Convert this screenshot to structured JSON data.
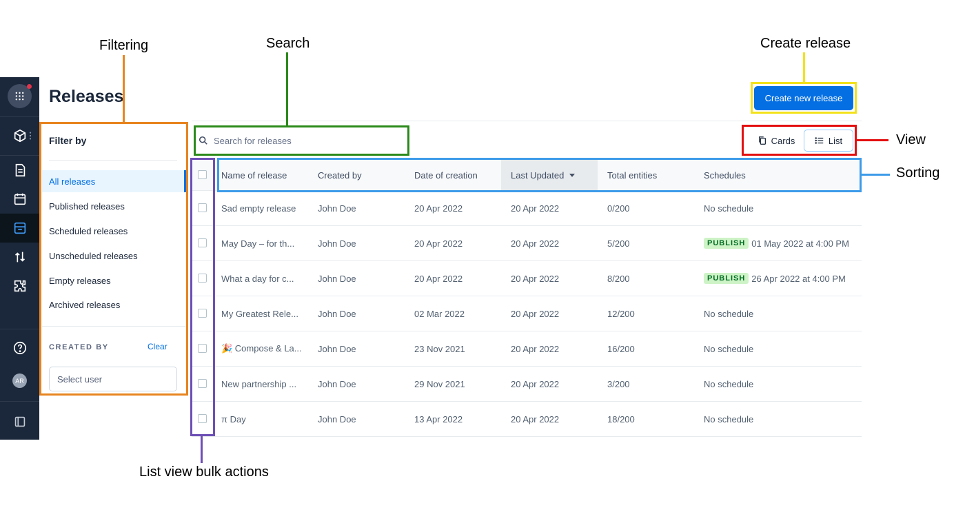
{
  "annotations": {
    "filtering": "Filtering",
    "search": "Search",
    "create_release": "Create release",
    "view": "View",
    "sorting": "Sorting",
    "bulk_actions": "List view bulk actions"
  },
  "annotation_colors": {
    "filtering": "#e8841f",
    "search": "#2b8a1a",
    "create_release": "#f3e21b",
    "view": "#e30f0f",
    "sorting": "#3d9be9",
    "bulk_actions": "#6d4fb5"
  },
  "nav_rail": {
    "icons": [
      "app-switcher-icon",
      "content-model-icon",
      "kebab-icon",
      "content-icon",
      "calendar-icon",
      "releases-icon",
      "launch-icon",
      "apps-icon",
      "help-icon",
      "sidebar-toggle-icon"
    ],
    "active": "releases-icon",
    "avatar_initials": "AR"
  },
  "page": {
    "title": "Releases"
  },
  "create_button": {
    "label": "Create new release"
  },
  "filter": {
    "title": "Filter by",
    "items": [
      {
        "label": "All releases",
        "active": true
      },
      {
        "label": "Published releases"
      },
      {
        "label": "Scheduled releases"
      },
      {
        "label": "Unscheduled releases"
      },
      {
        "label": "Empty releases"
      },
      {
        "label": "Archived releases"
      }
    ],
    "created_by_label": "CREATED BY",
    "clear_label": "Clear",
    "select_user_placeholder": "Select user"
  },
  "search": {
    "placeholder": "Search for releases",
    "value": ""
  },
  "view_toggle": {
    "cards_label": "Cards",
    "list_label": "List",
    "selected": "List"
  },
  "table": {
    "columns": [
      "Name of release",
      "Created by",
      "Date of creation",
      "Last Updated",
      "Total entities",
      "Schedules"
    ],
    "sorted_column": "Last Updated",
    "sort_direction": "desc",
    "rows": [
      {
        "name": "Sad empty release",
        "created_by": "John Doe",
        "created": "20 Apr 2022",
        "updated": "20 Apr 2022",
        "entities": "0/200",
        "badge": "",
        "schedule": "No schedule"
      },
      {
        "name": "May Day – for th...",
        "created_by": "John Doe",
        "created": "20 Apr 2022",
        "updated": "20 Apr 2022",
        "entities": "5/200",
        "badge": "PUBLISH",
        "schedule": "01 May 2022 at 4:00 PM"
      },
      {
        "name": "What a day for c...",
        "created_by": "John Doe",
        "created": "20 Apr 2022",
        "updated": "20 Apr 2022",
        "entities": "8/200",
        "badge": "PUBLISH",
        "schedule": "26 Apr 2022 at 4:00 PM"
      },
      {
        "name": "My Greatest Rele...",
        "created_by": "John Doe",
        "created": "02 Mar 2022",
        "updated": "20 Apr 2022",
        "entities": "12/200",
        "badge": "",
        "schedule": "No schedule"
      },
      {
        "name": "🎉 Compose & La...",
        "created_by": "John Doe",
        "created": "23 Nov 2021",
        "updated": "20 Apr 2022",
        "entities": "16/200",
        "badge": "",
        "schedule": "No schedule"
      },
      {
        "name": "New partnership ...",
        "created_by": "John Doe",
        "created": "29 Nov 2021",
        "updated": "20 Apr 2022",
        "entities": "3/200",
        "badge": "",
        "schedule": "No schedule"
      },
      {
        "name": "π Day",
        "created_by": "John Doe",
        "created": "13 Apr 2022",
        "updated": "20 Apr 2022",
        "entities": "18/200",
        "badge": "",
        "schedule": "No schedule"
      }
    ]
  }
}
